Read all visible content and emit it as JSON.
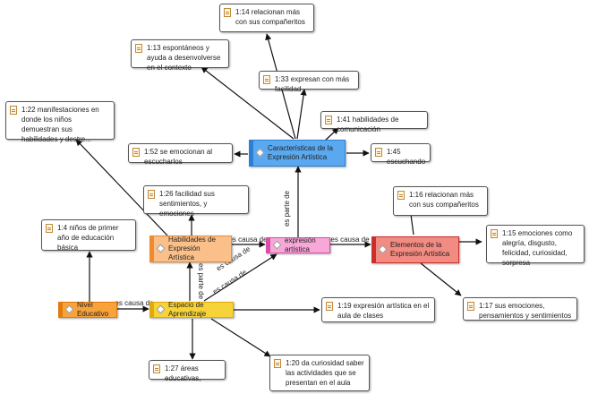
{
  "codes": {
    "caracteristicas": "Características de la Expresión Artística",
    "expresion": "expresión artística",
    "habilidades": "Habilidades de Expresión Artística",
    "elementos": "Elementos de la Expresión Artística",
    "nivel": "Nivel Educativo",
    "espacio": "Espacio de Aprendizaje"
  },
  "quotes": {
    "q1_14": "1:14 relacionan más con sus compañeritos",
    "q1_13": "1:13 espontáneos y ayuda a desenvolverse en el contexto",
    "q1_33": "1:33 expresan con más facilidad",
    "q1_22": "1:22 manifestaciones en donde los niños demuestran sus habilidades y destre...",
    "q1_41": "1:41 habilidades de comunicación",
    "q1_52": "1:52 se emocionan al escucharlos",
    "q1_45": "1:45 escuchando",
    "q1_26": "1:26 facilidad sus sentimientos, y emociones",
    "q1_16": "1:16 relacionan más con sus compañeritos",
    "q1_4": "1:4 niños de primer año de educación básica",
    "q1_15": "1:15 emociones como alegría, disgusto, felicidad, curiosidad, sorpresa",
    "q1_19": "1:19 expresión artística en el aula de clases",
    "q1_17": "1:17 sus emociones, pensamientos y sentimientos",
    "q1_27": "1:27 áreas educativas,",
    "q1_20": "1:20 da curiosidad saber las actividades que se presentan en el aula"
  },
  "relations": {
    "es_parte_de": "es parte de",
    "es_causa_de": "es causa de"
  },
  "colors": {
    "blue": "#5aa9f0",
    "blue_border": "#2b7fd6",
    "pink": "#f7a8d8",
    "pink_border": "#d94fa8",
    "orange_light": "#fbc08a",
    "orange_light_border": "#ef8a2e",
    "red": "#f28b82",
    "red_border": "#c9302c",
    "orange": "#f7a23a",
    "orange_border": "#e07b0c",
    "yellow": "#f7d33a",
    "yellow_border": "#e0a90c"
  }
}
